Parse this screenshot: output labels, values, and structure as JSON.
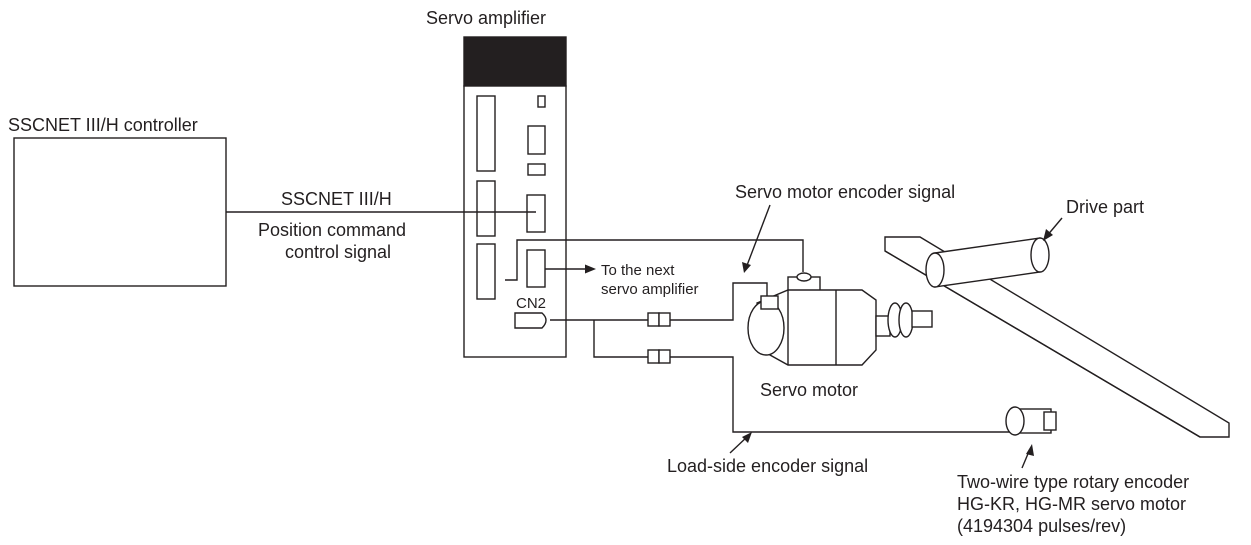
{
  "labels": {
    "servo_amplifier": "Servo amplifier",
    "controller": "SSCNET III/H controller",
    "sscnet": "SSCNET III/H",
    "position_command": "Position command",
    "control_signal": "control signal",
    "next_amp_line1": "To the next",
    "next_amp_line2": "servo amplifier",
    "cn2": "CN2",
    "motor_encoder_signal": "Servo motor encoder signal",
    "drive_part": "Drive part",
    "servo_motor": "Servo motor",
    "load_side_signal": "Load-side encoder signal",
    "rotary_encoder_line1": "Two-wire type rotary encoder",
    "rotary_encoder_line2": "HG-KR, HG-MR servo motor",
    "rotary_encoder_line3": "(4194304 pulses/rev)"
  },
  "colors": {
    "stroke": "#231f20",
    "amp_top": "#231f20",
    "background": "#ffffff"
  }
}
